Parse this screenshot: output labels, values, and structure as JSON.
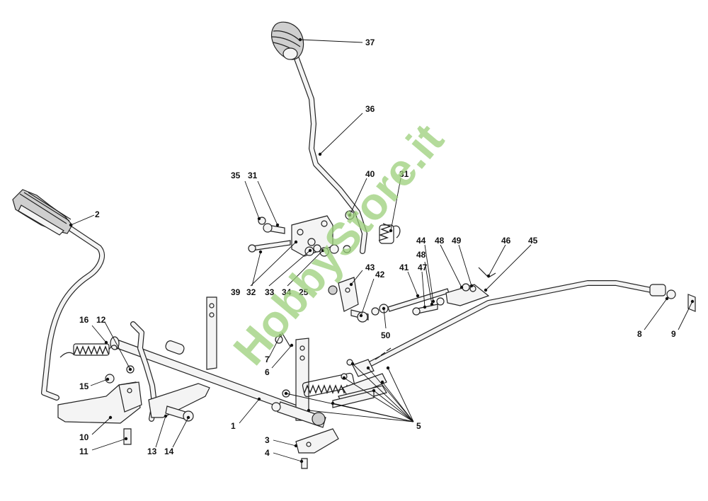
{
  "callouts": {
    "c1": "1",
    "c2": "2",
    "c3": "3",
    "c4": "4",
    "c5": "5",
    "c6": "6",
    "c7": "7",
    "c8": "8",
    "c9": "9",
    "c10": "10",
    "c11": "11",
    "c12": "12",
    "c13": "13",
    "c14": "14",
    "c15": "15",
    "c16": "16",
    "c31": "31",
    "c31b": "31",
    "c32": "32",
    "c33": "33",
    "c34": "34",
    "c35": "35",
    "c36": "36",
    "c37": "37",
    "c39": "39",
    "c40": "40",
    "c41": "41",
    "c42": "42",
    "c43": "43",
    "c44": "44",
    "c45": "45",
    "c46": "46",
    "c47": "47",
    "c48a": "48",
    "c48b": "48",
    "c49": "49",
    "c50": "50",
    "c25": "25"
  },
  "watermark": "HobbyStore.it",
  "colors": {
    "line": "#222222",
    "watermark": "#9bd07a",
    "background": "#ffffff"
  }
}
